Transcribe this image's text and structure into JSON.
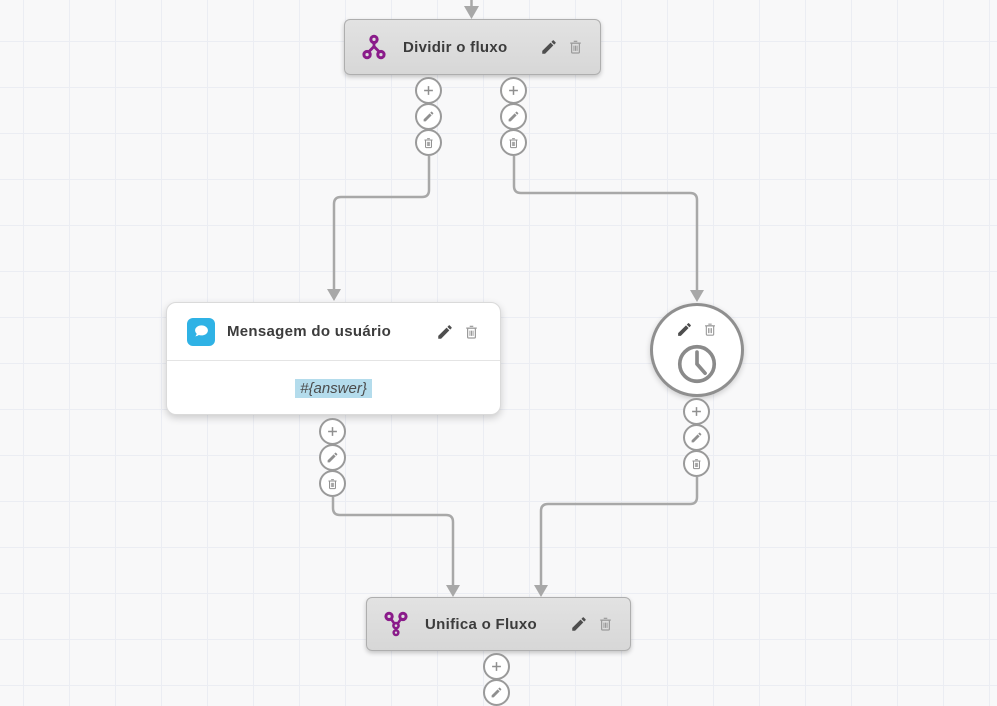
{
  "canvas": {
    "background": "#f8f8f9",
    "grid_line_color": "#ebedf3"
  },
  "palette": {
    "accent_purple": "#8a1b8a",
    "message_blue": "#2fb2e5",
    "connector_gray": "#a8a8a8",
    "node_gray_bg": "#dcdcdc",
    "variable_highlight_blue": "#b4dcec"
  },
  "nodes": {
    "split": {
      "title": "Dividir o fluxo",
      "icon": "split-flow-icon"
    },
    "user_message": {
      "title": "Mensagem do usuário",
      "icon": "chat-bubble-icon",
      "content": "#{answer}"
    },
    "wait": {
      "icon": "clock-icon"
    },
    "merge": {
      "title": "Unifica o Fluxo",
      "icon": "merge-flow-icon"
    }
  },
  "port_actions": {
    "add": "add-step",
    "edit": "edit-step",
    "delete": "delete-step"
  }
}
